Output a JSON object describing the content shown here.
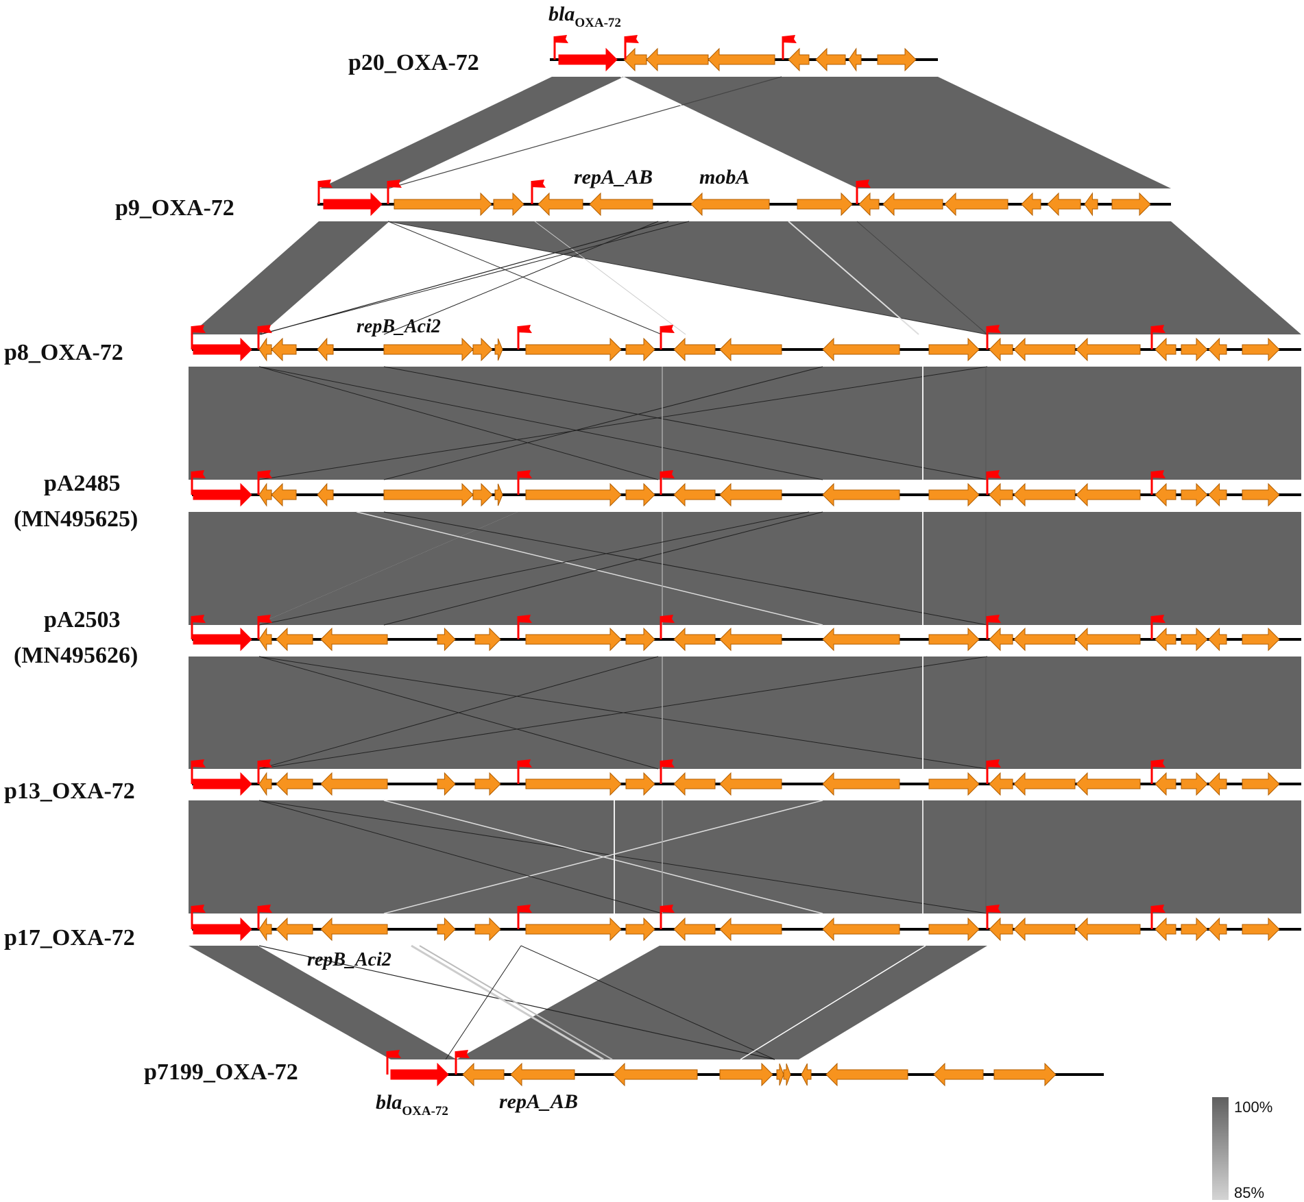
{
  "colors": {
    "background": "#ffffff",
    "backbone": "#000000",
    "bla_gene": "#ff0000",
    "other_gene": "#f7931e",
    "gene_outline": "#b05d00",
    "marker_flag": "#ff0000",
    "identity_band": "#636363",
    "identity_gradient_top": "#5f5f5f",
    "identity_gradient_bottom": "#d4d4d4"
  },
  "plasmids": [
    {
      "id": "p20",
      "label_lines": [
        "p20_OXA-72"
      ]
    },
    {
      "id": "p9",
      "label_lines": [
        "p9_OXA-72"
      ]
    },
    {
      "id": "p8",
      "label_lines": [
        "p8_OXA-72"
      ]
    },
    {
      "id": "pA2485",
      "label_lines": [
        "pA2485",
        "(MN495625)"
      ]
    },
    {
      "id": "pA2503",
      "label_lines": [
        "pA2503",
        "(MN495626)"
      ]
    },
    {
      "id": "p13",
      "label_lines": [
        "p13_OXA-72"
      ]
    },
    {
      "id": "p17",
      "label_lines": [
        "p17_OXA-72"
      ]
    },
    {
      "id": "p7199",
      "label_lines": [
        "p7199_OXA-72"
      ]
    }
  ],
  "gene_labels": [
    {
      "id": "bla-top",
      "base": "bla",
      "sub": "OXA-72"
    },
    {
      "id": "repA-p9",
      "base": "repA_AB",
      "sub": ""
    },
    {
      "id": "mobA-p9",
      "base": "mobA",
      "sub": ""
    },
    {
      "id": "repB-p8",
      "base": "repB_Aci2",
      "sub": ""
    },
    {
      "id": "repB-p17",
      "base": "repB_Aci2",
      "sub": ""
    },
    {
      "id": "bla-bottom",
      "base": "bla",
      "sub": "OXA-72"
    },
    {
      "id": "repA-p7199",
      "base": "repA_AB",
      "sub": ""
    }
  ],
  "identity_legend": {
    "max_label": "100%",
    "min_label": "85%"
  }
}
